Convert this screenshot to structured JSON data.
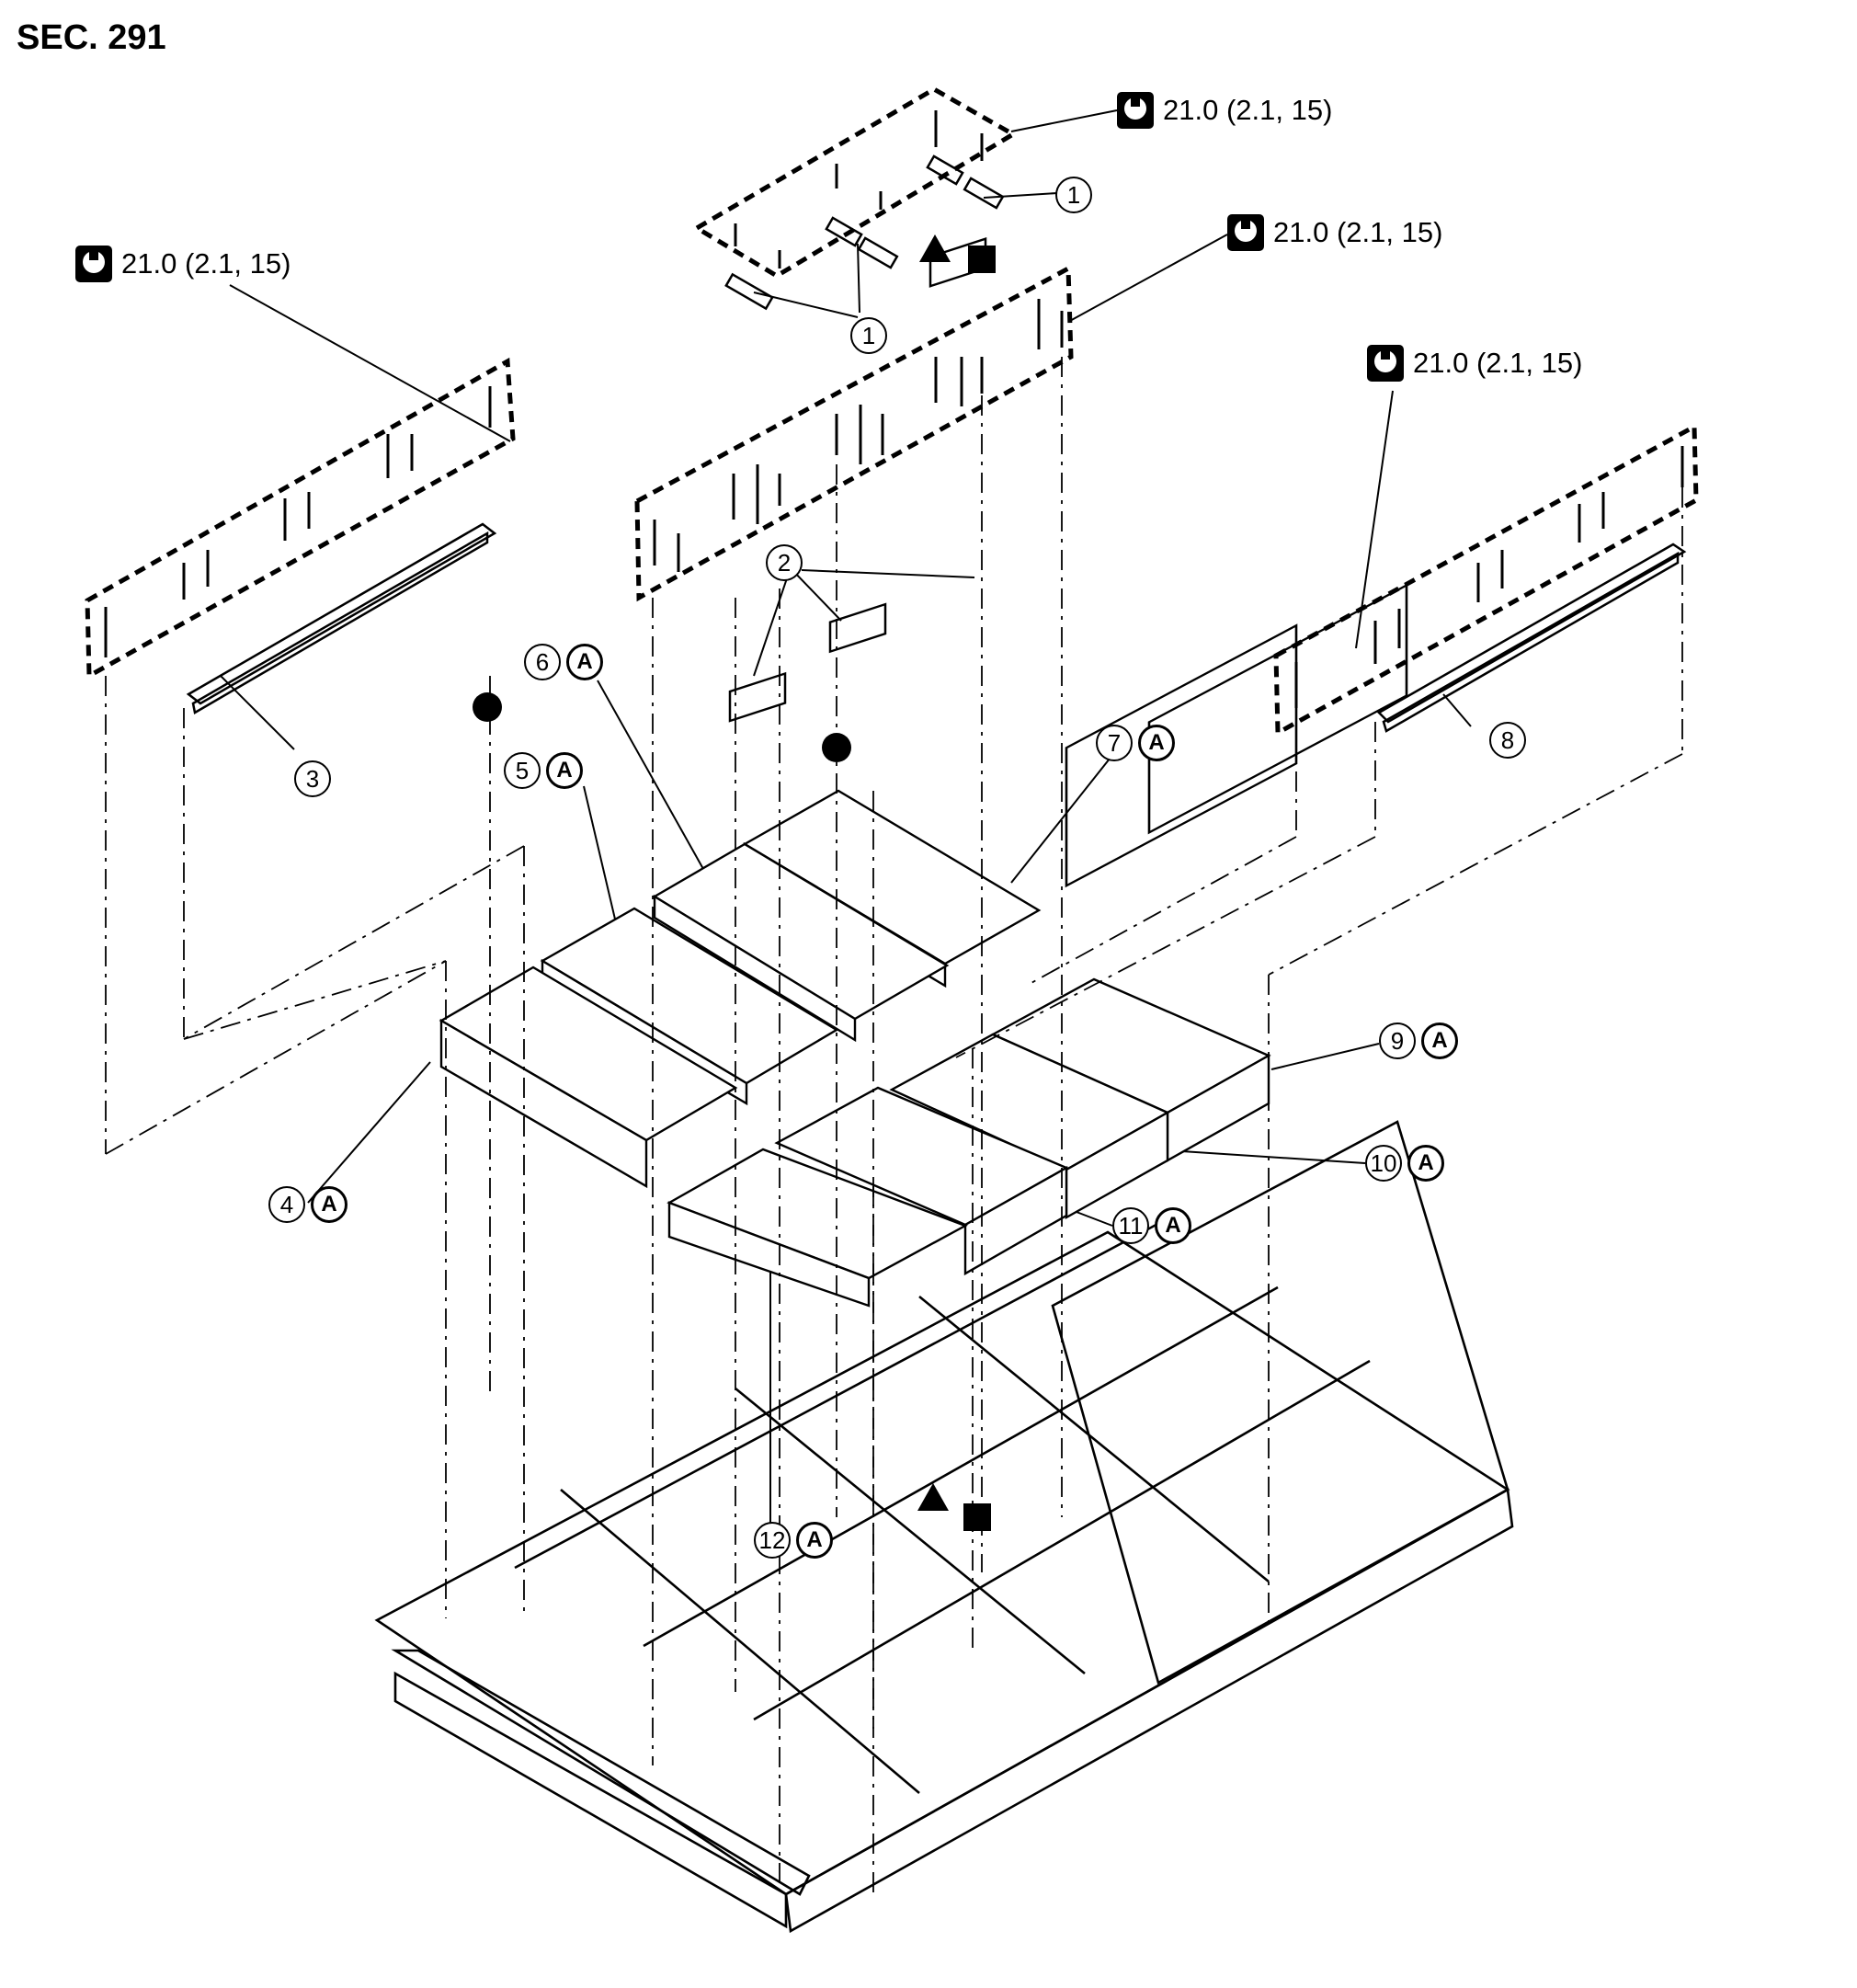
{
  "section": "SEC. 291",
  "torque_specs": [
    {
      "id": "t1",
      "text": "21.0 (2.1, 15)"
    },
    {
      "id": "t2",
      "text": "21.0 (2.1, 15)"
    },
    {
      "id": "t3",
      "text": "21.0 (2.1, 15)"
    },
    {
      "id": "t4",
      "text": "21.0 (2.1, 15)"
    }
  ],
  "callouts": {
    "c1a": "1",
    "c1b": "1",
    "c2": "2",
    "c3": "3",
    "c4": "4",
    "c5": "5",
    "c6": "6",
    "c7": "7",
    "c8": "8",
    "c9": "9",
    "c10": "10",
    "c11": "11",
    "c12": "12"
  },
  "badge": "A",
  "icons": {
    "torque": "torque-wrench-icon",
    "dot": "black-circle-marker",
    "square": "black-square-marker",
    "triangle": "black-triangle-marker"
  }
}
